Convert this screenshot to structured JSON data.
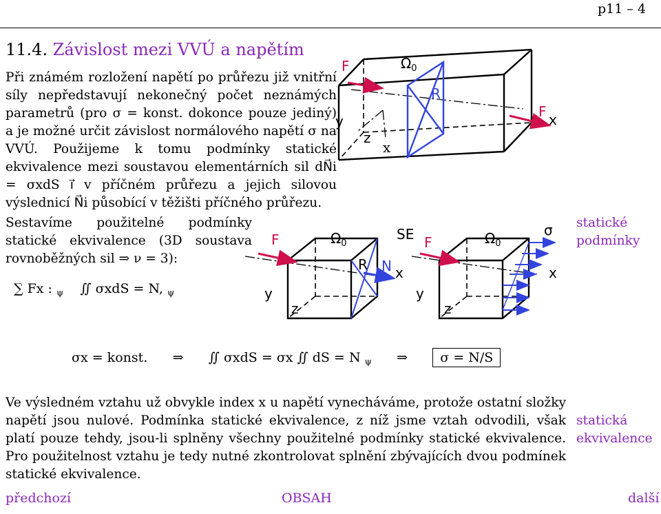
{
  "page_number": "p11 – 4",
  "section": {
    "number": "11.4.",
    "title": "Závislost mezi VVÚ a napětím"
  },
  "paragraph1": "Při známém rozložení napětí po průřezu již vnitřní síly nepředstavují nekonečný počet neznámých parametrů (pro σ = konst. dokonce pouze jediný) a je možné určit závislost normálového napětí σ na VVÚ. Použijeme k tomu podmínky statické ekvivalence mezi soustavou elementárních sil dN⃗i = σxdS i⃗ v příčném průřezu a jejich silovou výslednicí N⃗i působící v těžišti příčného průřezu.",
  "paragraph2": "Sestavíme použitelné podmínky statické ekvivalence (3D soustava rovnoběžných sil ⇒ ν = 3):",
  "equation1": {
    "sum_text": "∑ Fx :",
    "sum_sub": "ψ",
    "integral_text": "∬ σxdS = N,",
    "integral_sub": "ψ"
  },
  "equation2": {
    "part1": "σx = konst.",
    "arrow1": "⇒",
    "part2": "∬ σxdS = σx ∬ dS = N",
    "sub": "ψ",
    "arrow2": "⇒",
    "boxed": "σ = N/S"
  },
  "paragraph3": "Ve výsledném vztahu už obvykle index x u napětí vynecháváme, protože ostatní složky napětí jsou nulové. Podmínka statické ekvivalence, z níž jsme vztah odvodili, však platí pouze tehdy, jsou-li splněny všechny použitelné podmínky statické ekvivalence. Pro použitelnost vztahu je tedy nutné zkontrolovat splnění zbývajících dvou podmínek statické ekvivalence.",
  "margin_notes": {
    "note1_line1": "statické",
    "note1_line2": "podmínky",
    "note2_line1": "statická",
    "note2_line2": "ekvivalence"
  },
  "diagram_labels": {
    "F": "F",
    "omega0": "Ω",
    "omega0_sub": "0",
    "R": "R",
    "x": "x",
    "y": "y",
    "z": "z",
    "N": "N",
    "SE": "SE",
    "sigma": "σ"
  },
  "navigation": {
    "prev": "předchozí",
    "toc": "OBSAH",
    "next": "další"
  },
  "colors": {
    "accent": "#8a28b8",
    "force": "#d0104c",
    "internal": "#3344dd"
  }
}
